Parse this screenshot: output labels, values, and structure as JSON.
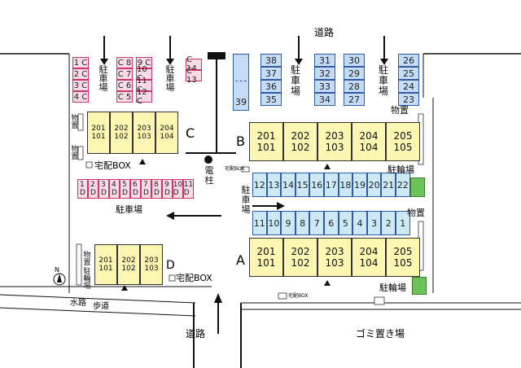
{
  "labels": {
    "road_top": "道路",
    "road_bottom": "道路",
    "parking": "駐車場",
    "bike_parking": "駐輪場",
    "storage": "物置",
    "delivery_box": "宅配BOX",
    "delivery_box_small": "宅配BOX",
    "pole": "電柱",
    "waterway": "水路",
    "sidewalk": "歩道",
    "garbage": "ゴミ置き場",
    "north": "N"
  },
  "buildings": {
    "A": {
      "label": "A",
      "upper": [
        "201",
        "202",
        "203",
        "204",
        "205"
      ],
      "lower": [
        "101",
        "102",
        "103",
        "104",
        "105"
      ]
    },
    "B": {
      "label": "B",
      "upper": [
        "201",
        "202",
        "203",
        "204",
        "205"
      ],
      "lower": [
        "101",
        "102",
        "103",
        "104",
        "105"
      ]
    },
    "C": {
      "label": "C",
      "upper": [
        "201",
        "202",
        "203",
        "204"
      ],
      "lower": [
        "101",
        "102",
        "103",
        "104"
      ]
    },
    "D": {
      "label": "D",
      "upper": [
        "201",
        "202",
        "203"
      ],
      "lower": [
        "101",
        "102",
        "103"
      ]
    }
  },
  "parking_c": {
    "col1": [
      "1 C",
      "2 C",
      "3 C",
      "4 C"
    ],
    "col2": [
      "C 8",
      "C 7",
      "C 6",
      "C 5"
    ],
    "col3": [
      "9 C",
      "10 C",
      "11 C",
      "12 C"
    ],
    "col4": [
      "C 14",
      "C 13"
    ]
  },
  "parking_d": [
    "1\nD",
    "2\nD",
    "3\nD",
    "4\nD",
    "5\nD",
    "6\nD",
    "7\nD",
    "8\nD",
    "9\nD",
    "10\nD",
    "11\nD"
  ],
  "parking_top_blue": {
    "col1": [
      "38",
      "37",
      "36",
      "35"
    ],
    "col2": [
      "31",
      "32",
      "33",
      "34"
    ],
    "col3": [
      "30",
      "29",
      "28",
      "27"
    ],
    "col4": [
      "26",
      "25",
      "24",
      "23"
    ],
    "single": "39"
  },
  "parking_row_upper": [
    "12",
    "13",
    "14",
    "15",
    "16",
    "17",
    "18",
    "19",
    "20",
    "21",
    "22"
  ],
  "parking_row_lower": [
    "11",
    "10",
    "9",
    "8",
    "7",
    "6",
    "5",
    "4",
    "3",
    "2",
    "1"
  ]
}
